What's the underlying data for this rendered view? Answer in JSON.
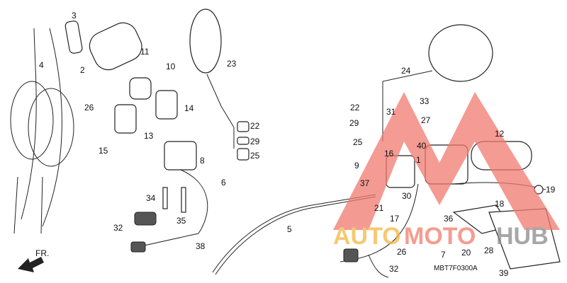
{
  "diagram": {
    "code": "MBT7F0300A",
    "front_arrow_label": "FR.",
    "labels_left": [
      "3",
      "4",
      "2",
      "11",
      "10",
      "23",
      "26",
      "14",
      "13",
      "15",
      "8",
      "6",
      "22",
      "29",
      "25",
      "34",
      "35",
      "32",
      "38",
      "5"
    ],
    "labels_right": [
      "24",
      "33",
      "31",
      "27",
      "22",
      "29",
      "25",
      "40",
      "16",
      "1",
      "12",
      "9",
      "37",
      "30",
      "21",
      "19",
      "18",
      "17",
      "36",
      "26",
      "20",
      "28",
      "7",
      "32",
      "39"
    ]
  },
  "watermark": {
    "parts": [
      "AUTO",
      "MOTO",
      "HUB"
    ],
    "colors": {
      "auto": "#f5b642",
      "moto": "#f27b6b",
      "hub": "#8a8a8a",
      "triangle": "#f07a70"
    }
  }
}
